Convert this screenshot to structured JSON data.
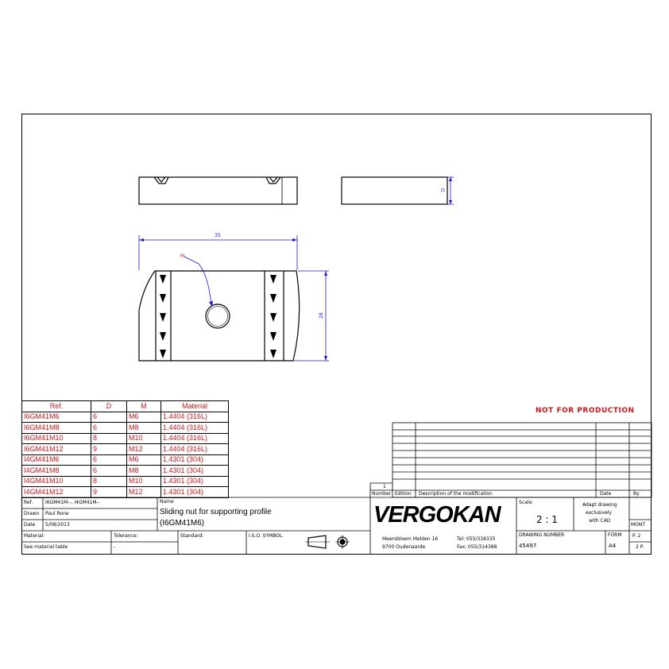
{
  "banner": "NOT FOR PRODUCTION",
  "dimensions": {
    "d": "D",
    "length": "35",
    "width": "28",
    "m": "M"
  },
  "parts_table": {
    "headers": [
      "Ref.",
      "D",
      "M",
      "Material"
    ],
    "rows": [
      [
        "I6GM41M6",
        "6",
        "M6",
        "1.4404 (316L)"
      ],
      [
        "I6GM41M8",
        "6",
        "M8",
        "1.4404 (316L)"
      ],
      [
        "I6GM41M10",
        "8",
        "M10",
        "1.4404 (316L)"
      ],
      [
        "I6GM41M12",
        "9",
        "M12",
        "1.4404 (316L)"
      ],
      [
        "I4GM41M6",
        "6",
        "M6",
        "1.4301 (304)"
      ],
      [
        "I4GM41M8",
        "6",
        "M8",
        "1.4301 (304)"
      ],
      [
        "I4GM41M10",
        "8",
        "M10",
        "1.4301 (304)"
      ],
      [
        "I4GM41M12",
        "9",
        "M12",
        "1.4301 (304)"
      ]
    ]
  },
  "revision": {
    "index": "1",
    "number_label": "Number",
    "edition_label": "Edition",
    "description_label": "Description of the modification",
    "date_label": "Date",
    "by_label": "By"
  },
  "titleblock": {
    "ref_label": "Ref.",
    "ref_value": "I6GM41M--, I4GM41M--",
    "name_label": "Name",
    "name_value_1": "Sliding nut for supporting profile",
    "name_value_2": "(I6GM41M6)",
    "drawn_label": "Drawn",
    "drawn_value": "Paul Rone",
    "date_label": "Date",
    "date_value": "5/08/2013",
    "material_label": "Material:",
    "material_value": "See material table",
    "tolerance_label": "Tolerance:",
    "tolerance_value": "-",
    "standard_label": "Standard:",
    "iso_label": "I.S.O. SYMBOL",
    "logo": "VERGOKAN",
    "address_1": "Meersbloem Melden 16",
    "address_2": "9700 Oudenaarde",
    "tel": "Tel: 055/318335",
    "fax": "Fax: 055/314388",
    "scale_label": "Scale:",
    "scale_value": "2 : 1",
    "note_1": "Adapt drawing",
    "note_2": "exclusively",
    "note_3": "with CAD",
    "mount": "MONT",
    "drawing_number_label": "DRAWING NUMBER",
    "drawing_number": "45497",
    "form_label": "FORM",
    "form_value": "A4",
    "page": "P. 2",
    "pages": "2 P."
  }
}
